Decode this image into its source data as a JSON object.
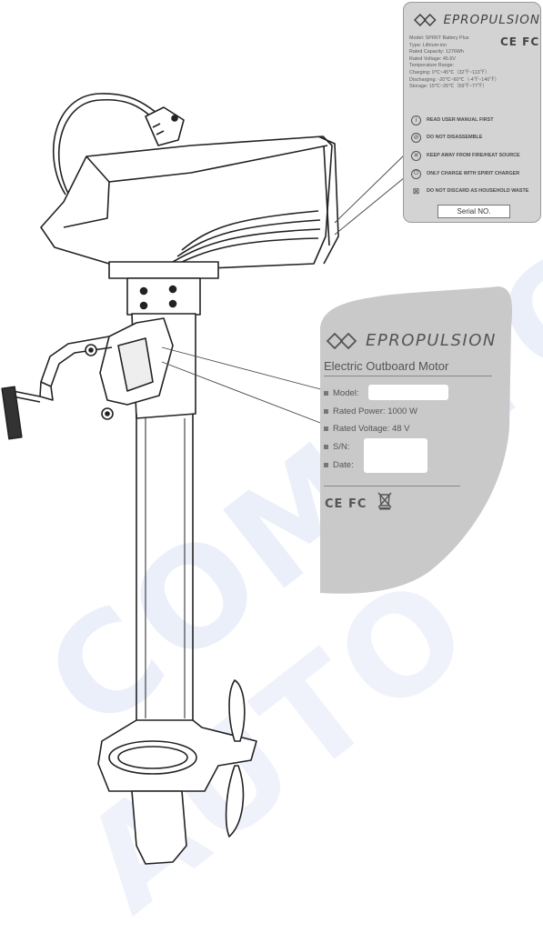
{
  "watermark": {
    "line1": "COMPTON",
    "line2": "AUTO",
    "line3": "O"
  },
  "battery_label": {
    "brand": "EPROPULSION",
    "specs": [
      "Model: SPIRIT Battery Plus",
      "Type: Lithium-ion",
      "Rated Capacity: 1276Wh",
      "Rated Voltage: 45.6V",
      "Temperature Range:",
      "Charging: 0℃~45℃（32℉~113℉）",
      "Discharging: -20℃~60℃（-4℉~140℉）",
      "Storage: 15℃~25℃（59℉~77℉）"
    ],
    "certifications": "CE FC",
    "warnings": [
      "READ USER MANUAL FIRST",
      "DO NOT DISASSEMBLE",
      "KEEP AWAY FROM FIRE/HEAT SOURCE",
      "ONLY CHARGE WITH SPIRIT CHARGER",
      "DO NOT DISCARD AS HOUSEHOLD WASTE"
    ],
    "serial": "Serial NO."
  },
  "motor_label": {
    "brand": "EPROPULSION",
    "title": "Electric Outboard Motor",
    "fields": {
      "model": "Model:",
      "power": "Rated Power: 1000 W",
      "voltage": "Rated Voltage: 48 V",
      "sn": "S/N:",
      "date": "Date:"
    },
    "certifications": "CE FC"
  },
  "colors": {
    "label_gray": "#d3d3d3",
    "line": "#222222",
    "watermark_blue": "#4a6fd8",
    "watermark_red": "#e46a78"
  }
}
